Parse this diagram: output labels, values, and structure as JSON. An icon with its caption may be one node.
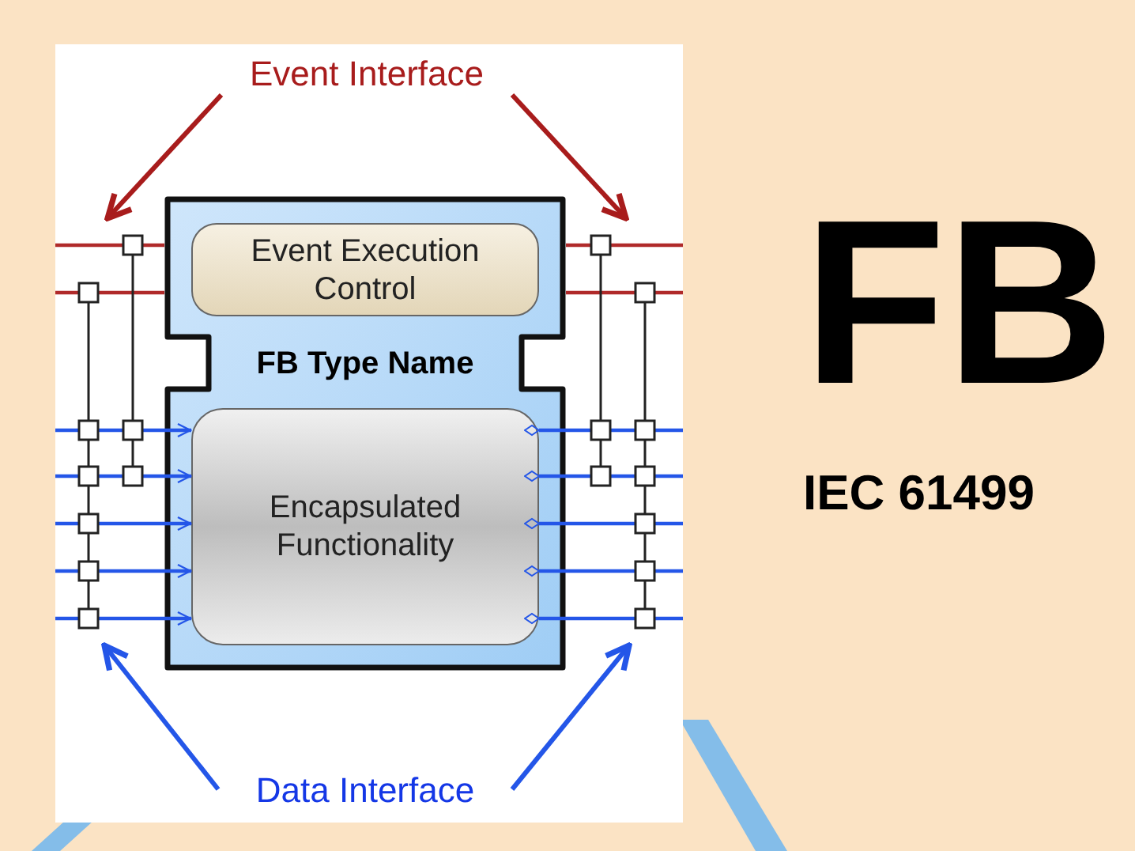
{
  "diagram": {
    "nodes": [
      {
        "text": [
          "Event Interface"
        ]
      },
      {
        "text": [
          "FB Type Name"
        ]
      },
      {
        "text": [
          "Event Execution Control"
        ],
        "in": 1
      },
      {
        "text": [
          "Encapsulated Functionality"
        ],
        "in": 1
      },
      {
        "text": [
          "Data Interface"
        ]
      }
    ],
    "edges": [
      {
        "from": 0,
        "to": null,
        "arrow": "to",
        "color": "#a81c1c"
      },
      {
        "from": 0,
        "to": null,
        "arrow": "to",
        "color": "#a81c1c"
      },
      {
        "from": 4,
        "to": null,
        "arrow": "to"
      },
      {
        "from": 4,
        "to": null,
        "arrow": "to"
      },
      {
        "from": null,
        "to": 1,
        "arrow": "none",
        "color": "#b02a2a"
      },
      {
        "from": null,
        "to": 1,
        "arrow": "none",
        "color": "#b02a2a"
      },
      {
        "from": 1,
        "to": null,
        "arrow": "none",
        "color": "#b02a2a"
      },
      {
        "from": 1,
        "to": null,
        "arrow": "none",
        "color": "#b02a2a"
      },
      {
        "from": null,
        "to": 3,
        "arrow": "to"
      },
      {
        "from": null,
        "to": 3,
        "arrow": "to"
      },
      {
        "from": null,
        "to": 3,
        "arrow": "to"
      },
      {
        "from": null,
        "to": 3,
        "arrow": "to"
      },
      {
        "from": null,
        "to": 3,
        "arrow": "to"
      },
      {
        "from": 3,
        "to": null,
        "arrow": "other"
      },
      {
        "from": 3,
        "to": null,
        "arrow": "other"
      },
      {
        "from": 3,
        "to": null,
        "arrow": "other"
      },
      {
        "from": 3,
        "to": null,
        "arrow": "other"
      },
      {
        "from": 3,
        "to": null,
        "arrow": "other"
      }
    ],
    "labels": [
      "FB",
      "IEC 61499"
    ]
  }
}
